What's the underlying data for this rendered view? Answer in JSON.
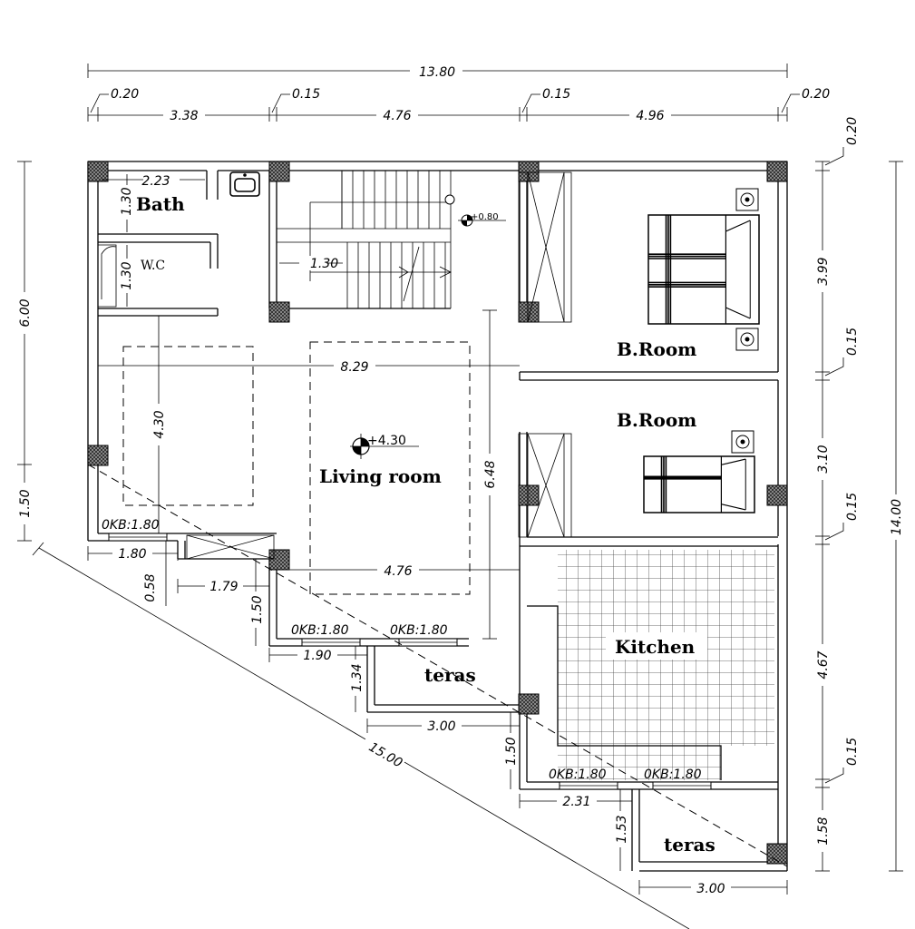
{
  "rooms": {
    "bath": "Bath",
    "wc": "W.C",
    "bedroom_1": "B.Room",
    "bedroom_2": "B.Room",
    "living": "Living  room",
    "kitchen": "Kitchen",
    "teras_1": "teras",
    "teras_2": "teras"
  },
  "levels": {
    "stair_landing": "+0.80",
    "living": "+4.30"
  },
  "windows": {
    "w1": "0KB:1.80",
    "w2": "0KB:1.80",
    "w3": "0KB:1.80",
    "w4": "0KB:1.80",
    "w5": "0KB:1.80"
  },
  "dims": {
    "top_total": "13.80",
    "top_wall_1": "0.20",
    "top_wall_2": "0.15",
    "top_wall_3": "0.15",
    "top_wall_4": "0.20",
    "top_seg_1": "3.38",
    "top_seg_2": "4.76",
    "top_seg_3": "4.96",
    "left_upper": "6.00",
    "left_lower": "1.50",
    "right_total": "14.00",
    "right_wall_top": "0.20",
    "right_seg_1": "3.99",
    "right_wall_2": "0.15",
    "right_seg_2": "3.10",
    "right_wall_3": "0.15",
    "right_seg_3": "4.67",
    "right_wall_4": "0.15",
    "right_seg_4": "1.58",
    "bath_width": "2.23",
    "bath_depth": "1.30",
    "wc_depth": "1.30",
    "stair_width": "1.30",
    "living_span": "8.29",
    "living_depth": "4.30",
    "living_height": "6.48",
    "living_width": "4.76",
    "step_1_w": "1.80",
    "step_1_h": "0.58",
    "step_2_w": "1.79",
    "step_2_h": "1.50",
    "teras1_w": "1.90",
    "teras1_h": "1.34",
    "teras1_depth": "3.00",
    "kitchen_step_h": "1.50",
    "teras2_w": "2.31",
    "teras2_h": "1.53",
    "teras2_depth": "3.00",
    "diagonal": "15.00"
  }
}
